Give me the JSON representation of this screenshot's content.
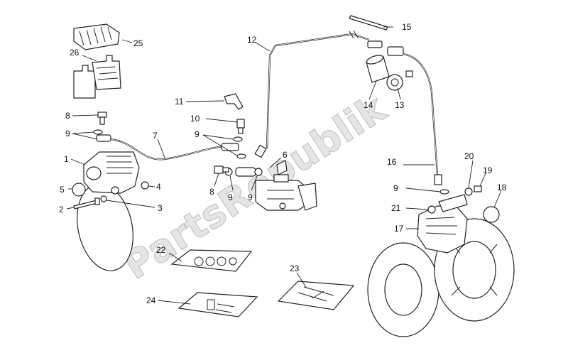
{
  "watermark": "PartsRepublik",
  "callouts": [
    {
      "id": "c1",
      "text": "1"
    },
    {
      "id": "c2",
      "text": "2"
    },
    {
      "id": "c3",
      "text": "3"
    },
    {
      "id": "c4",
      "text": "4"
    },
    {
      "id": "c5",
      "text": "5"
    },
    {
      "id": "c6",
      "text": "6"
    },
    {
      "id": "c7",
      "text": "7"
    },
    {
      "id": "c8a",
      "text": "8"
    },
    {
      "id": "c8b",
      "text": "8"
    },
    {
      "id": "c9a",
      "text": "9"
    },
    {
      "id": "c9b",
      "text": "9"
    },
    {
      "id": "c9c",
      "text": "9"
    },
    {
      "id": "c9d",
      "text": "9"
    },
    {
      "id": "c10",
      "text": "10"
    },
    {
      "id": "c11",
      "text": "11"
    },
    {
      "id": "c12",
      "text": "12"
    },
    {
      "id": "c13",
      "text": "13"
    },
    {
      "id": "c14",
      "text": "14"
    },
    {
      "id": "c15",
      "text": "15"
    },
    {
      "id": "c16",
      "text": "16"
    },
    {
      "id": "c17",
      "text": "17"
    },
    {
      "id": "c18",
      "text": "18"
    },
    {
      "id": "c19",
      "text": "19"
    },
    {
      "id": "c20",
      "text": "20"
    },
    {
      "id": "c21",
      "text": "21"
    },
    {
      "id": "c22",
      "text": "22"
    },
    {
      "id": "c23",
      "text": "23"
    },
    {
      "id": "c24",
      "text": "24"
    },
    {
      "id": "c25",
      "text": "25"
    },
    {
      "id": "c26",
      "text": "26"
    }
  ]
}
